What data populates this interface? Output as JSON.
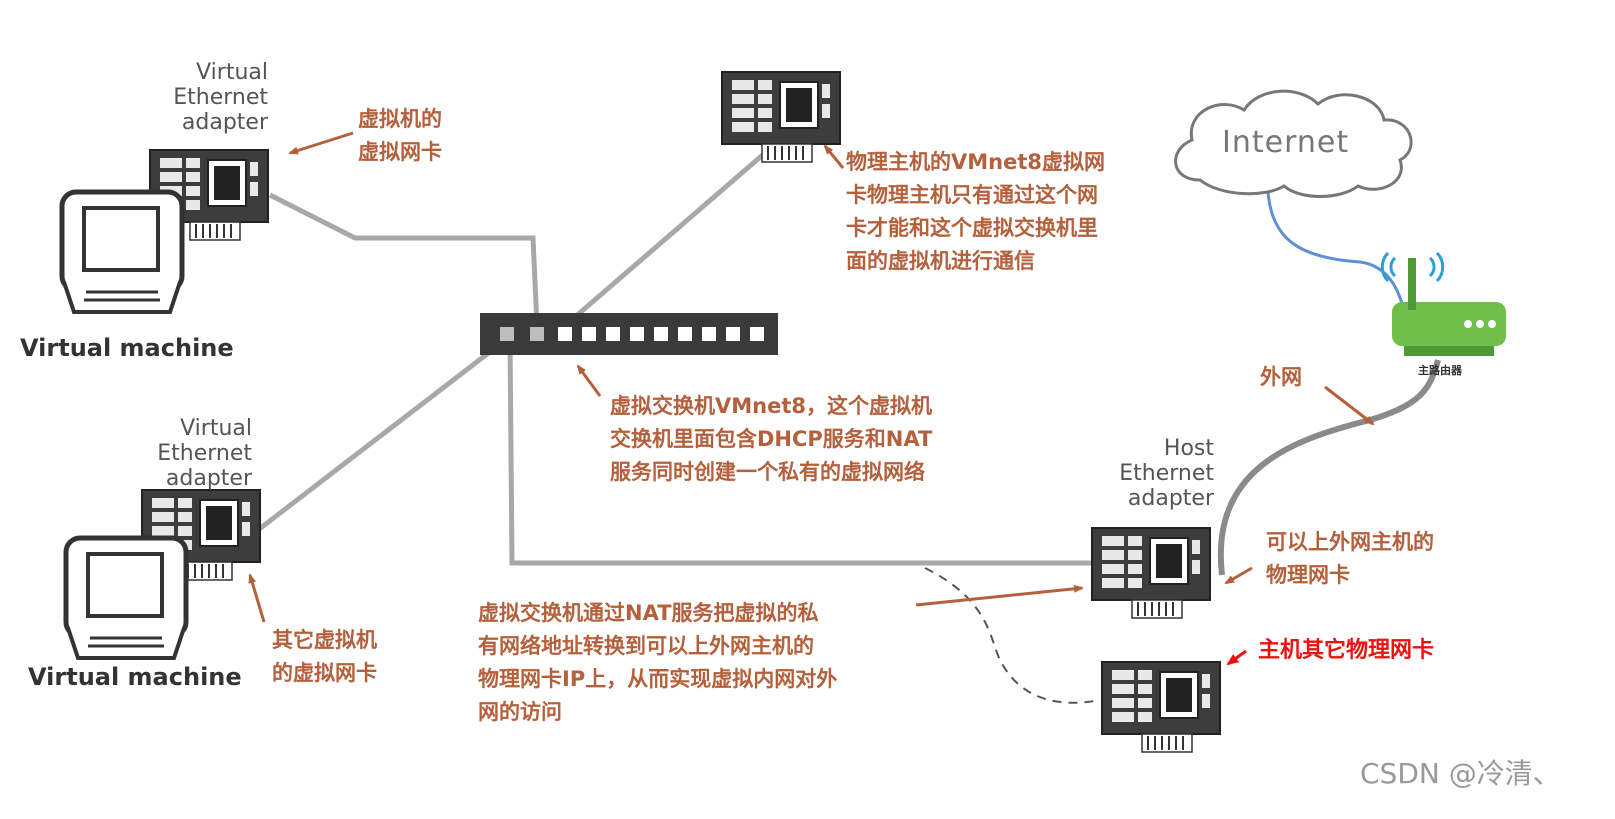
{
  "labels": {
    "virtual_adapter_1": "Virtual\nEthernet\nadapter",
    "virtual_adapter_2": "Virtual\nEthernet\nadapter",
    "virtual_machine_1": "Virtual machine",
    "virtual_machine_2": "Virtual machine",
    "host_adapter": "Host\nEthernet\nadapter",
    "internet": "Internet",
    "router": "主路由器"
  },
  "annotations": {
    "vm_nic": "虚拟机的\n虚拟网卡",
    "host_vmnet8": "物理主机的VMnet8虚拟网\n卡物理主机只有通过这个网\n卡才能和这个虚拟交换机里\n面的虚拟机进行通信",
    "switch": "虚拟交换机VMnet8，这个虚拟机\n交换机里面包含DHCP服务和NAT\n服务同时创建一个私有的虚拟网络",
    "other_vm_nic": "其它虚拟机\n的虚拟网卡",
    "external_net": "外网",
    "host_physical_nic": "可以上外网主机的\n物理网卡",
    "nat": "虚拟交换机通过NAT服务把虚拟的私\n有网络地址转换到可以上外网主机的\n物理网卡IP上，从而实现虚拟内网对外\n网的访问",
    "other_physical_nic": "主机其它物理网卡"
  },
  "watermark": "CSDN @冷清、",
  "colors": {
    "annotation": "#b5603c",
    "highlight": "#ee1111",
    "wire": "#a8a8a8",
    "internet_link": "#5b8fd6",
    "router": "#6fbf4a"
  }
}
